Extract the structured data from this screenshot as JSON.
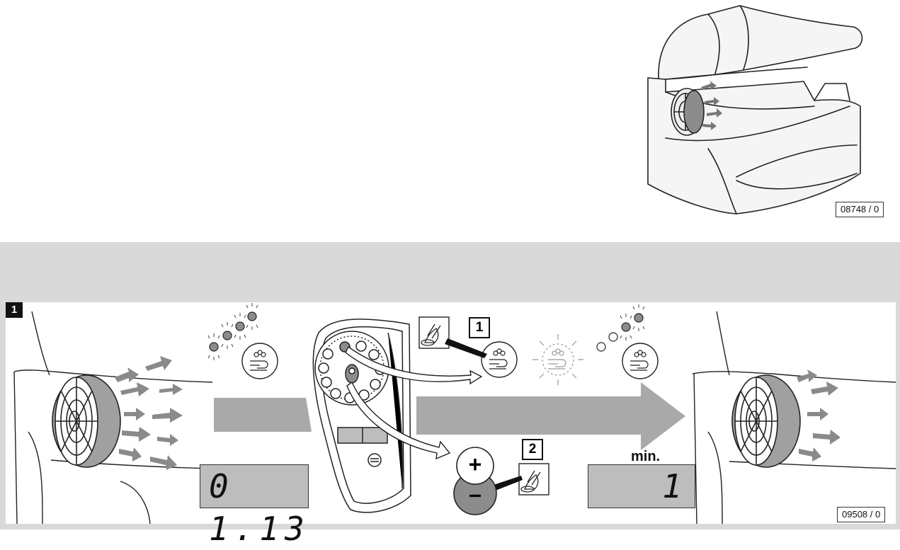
{
  "top_figure": {
    "ref_code": "08748 / 0"
  },
  "bottom_figure": {
    "step_badge": "1",
    "ref_code": "09508 / 0",
    "display_left": "0 1.13",
    "display_right": "1",
    "display_right_unit": "min.",
    "callout_1": "1",
    "callout_2": "2",
    "plus_symbol": "+",
    "minus_symbol": "–"
  },
  "icons": [
    "fan-icon",
    "indicator-lamp-icon",
    "fan-cooling-icon",
    "press-finger-icon",
    "arrow-right-icon",
    "plus-minus-button-icon",
    "control-panel-icon"
  ],
  "colors": {
    "band": "#d9d9d9",
    "arrow_grey": "#a9a9a9",
    "lcd_bg": "#bdbdbd",
    "lamp_grey": "#8c8c8c"
  }
}
